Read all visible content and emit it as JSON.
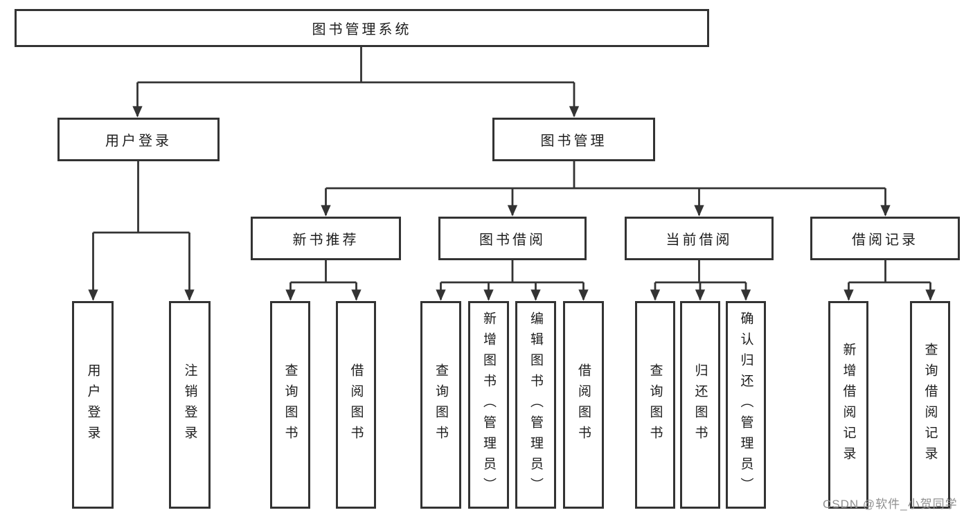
{
  "tree": {
    "root": "图书管理系统",
    "branches": [
      {
        "label": "用户登录",
        "children": [
          {
            "label": "用户登录"
          },
          {
            "label": "注销登录"
          }
        ]
      },
      {
        "label": "图书管理",
        "groups": [
          {
            "label": "新书推荐",
            "children": [
              {
                "label": "查询图书"
              },
              {
                "label": "借阅图书"
              }
            ]
          },
          {
            "label": "图书借阅",
            "children": [
              {
                "label": "查询图书"
              },
              {
                "label": "新增图书（管理员）"
              },
              {
                "label": "编辑图书（管理员）"
              },
              {
                "label": "借阅图书"
              }
            ]
          },
          {
            "label": "当前借阅",
            "children": [
              {
                "label": "查询图书"
              },
              {
                "label": "归还图书"
              },
              {
                "label": "确认归还（管理员）"
              }
            ]
          },
          {
            "label": "借阅记录",
            "children": [
              {
                "label": "新增借阅记录"
              },
              {
                "label": "查询借阅记录"
              }
            ]
          }
        ]
      }
    ]
  },
  "watermark": "CSDN @软件_小贺同学",
  "colors": {
    "line": "#333333",
    "text": "#1d1d1d",
    "watermark": "#8f8f8f",
    "background": "#ffffff"
  }
}
